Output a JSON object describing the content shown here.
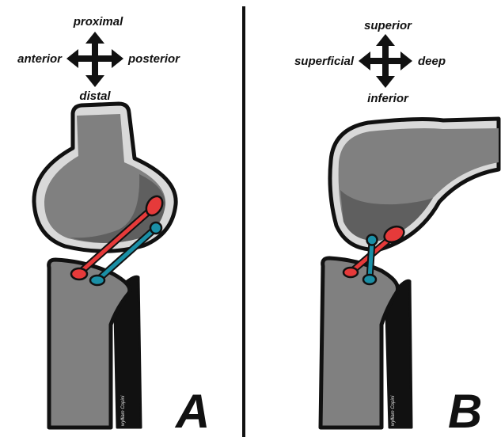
{
  "panel_a": {
    "letter": "A",
    "compass": {
      "up": "proximal",
      "down": "distal",
      "left": "anterior",
      "right": "posterior"
    },
    "signature": "wylliam Copini"
  },
  "panel_b": {
    "letter": "B",
    "compass": {
      "up": "superior",
      "down": "inferior",
      "left": "superficial",
      "right": "deep"
    },
    "signature": "wylliam Copini"
  },
  "colors": {
    "bone_fill": "#808080",
    "bone_shade": "#5f5f5f",
    "cartilage": "#d9d9d9",
    "outline": "#111111",
    "red_ligament": "#e63a3a",
    "blue_ligament": "#1a8fa6",
    "divider": "#111111"
  }
}
